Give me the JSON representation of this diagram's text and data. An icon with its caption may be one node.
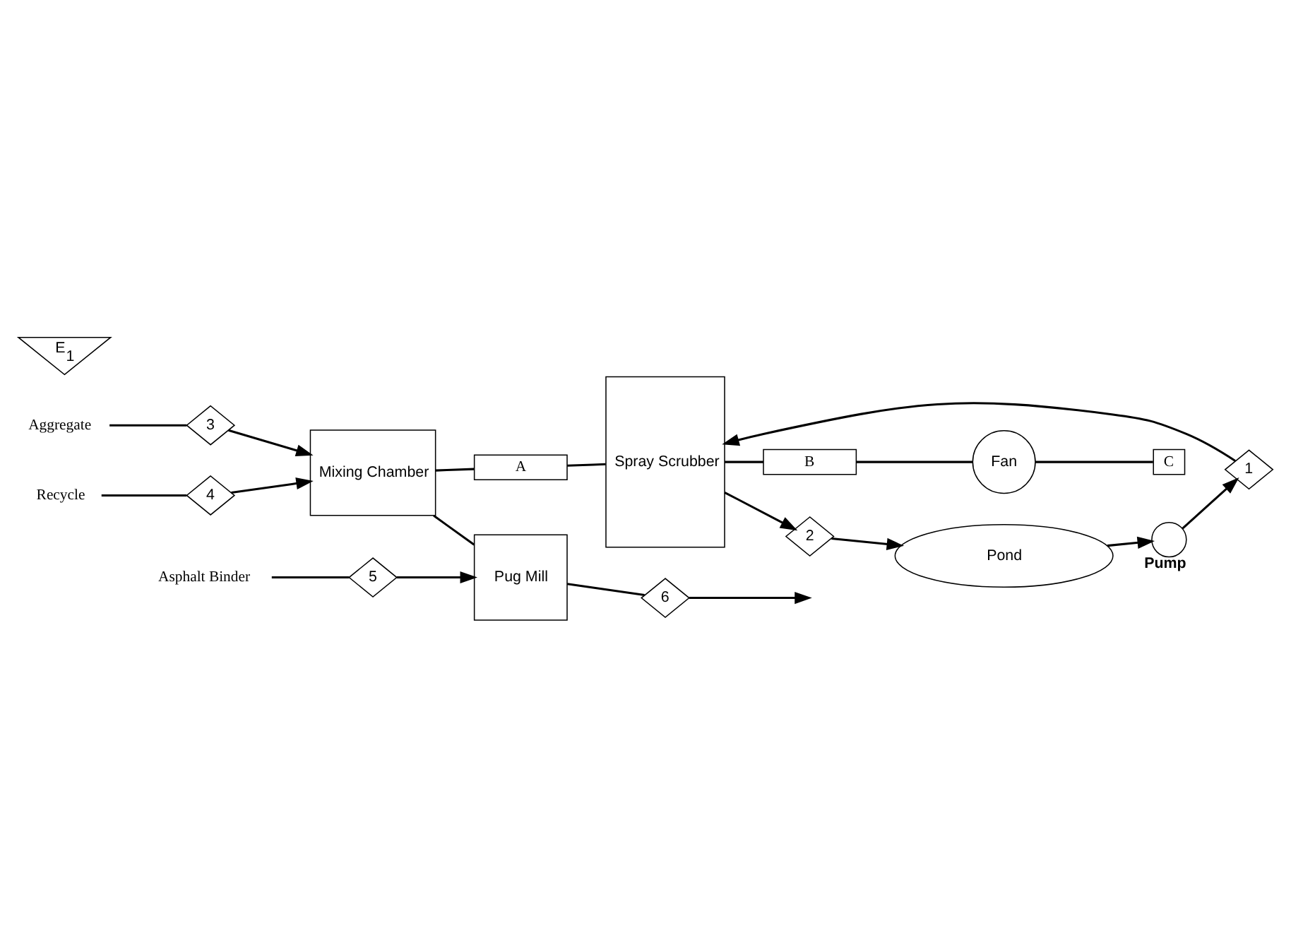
{
  "diagram": {
    "nodes": [
      {
        "text": [
          "Aggregate"
        ]
      },
      {
        "text": [
          "3"
        ]
      },
      {
        "text": [
          "Recycle"
        ]
      },
      {
        "text": [
          "4"
        ]
      },
      {
        "text": [
          "Mixing Chamber"
        ]
      },
      {
        "text": [
          "Pug Mill"
        ]
      },
      {
        "text": [
          "Asphalt Binder"
        ]
      },
      {
        "text": [
          "5"
        ]
      },
      {
        "text": [
          "6"
        ]
      },
      {
        "text": [
          "A"
        ]
      },
      {
        "text": [
          "Spray Scrubber"
        ]
      },
      {
        "text": [
          "B"
        ]
      },
      {
        "text": [
          "Fan"
        ]
      },
      {
        "text": [
          "C"
        ]
      },
      {
        "text": [
          "E$_{1}$"
        ]
      },
      {
        "text": [
          "1"
        ]
      },
      {
        "text": [],
        "shape": "circle",
        "beside": [
          "Pump"
        ]
      },
      {
        "text": [
          "2"
        ]
      },
      {
        "text": [
          "Pond"
        ]
      }
    ],
    "edges": [
      {
        "from": 0,
        "to": 1,
        "arrow": "none"
      },
      {
        "from": 1,
        "to": 4,
        "arrow": "to"
      },
      {
        "from": 2,
        "to": 3,
        "arrow": "none"
      },
      {
        "from": 3,
        "to": 4,
        "arrow": "to"
      },
      {
        "from": 4,
        "to": 9,
        "arrow": "none"
      },
      {
        "from": 9,
        "to": 10,
        "arrow": "none"
      },
      {
        "from": 4,
        "to": 5,
        "arrow": "none"
      },
      {
        "from": 6,
        "to": 7,
        "arrow": "none"
      },
      {
        "from": 7,
        "to": 5,
        "arrow": "to"
      },
      {
        "from": 5,
        "to": 8,
        "arrow": "none"
      },
      {
        "from": 8,
        "to": null,
        "arrow": "to"
      },
      {
        "from": 10,
        "to": 11,
        "arrow": "none"
      },
      {
        "from": 11,
        "to": 12,
        "arrow": "none"
      },
      {
        "from": 12,
        "to": 13,
        "arrow": "none"
      },
      {
        "from": 10,
        "to": 17,
        "arrow": "to"
      },
      {
        "from": 17,
        "to": 18,
        "arrow": "to"
      },
      {
        "from": 18,
        "to": 16,
        "arrow": "to"
      },
      {
        "from": 16,
        "to": 15,
        "arrow": "to"
      },
      {
        "from": 15,
        "to": 10,
        "arrow": "to"
      }
    ]
  }
}
